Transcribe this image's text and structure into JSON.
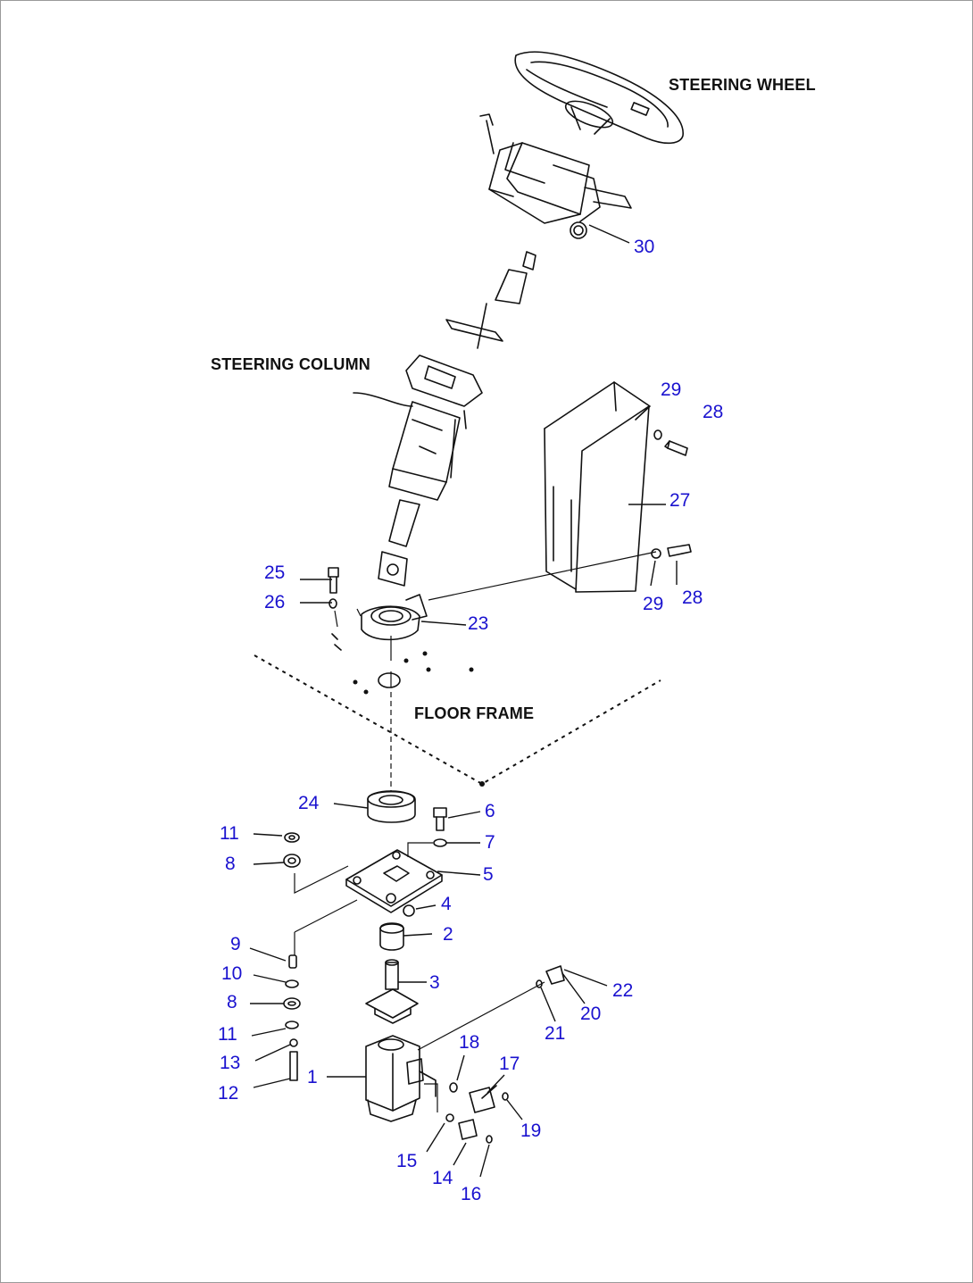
{
  "captions": {
    "steering_wheel": "STEERING WHEEL",
    "steering_column": "STEERING COLUMN",
    "floor_frame": "FLOOR FRAME"
  },
  "callouts": {
    "p30": "30",
    "p29a": "29",
    "p28a": "28",
    "p27": "27",
    "p29b": "29",
    "p28b": "28",
    "p25": "25",
    "p26": "26",
    "p23": "23",
    "p24": "24",
    "p6": "6",
    "p7": "7",
    "p5": "5",
    "p4": "4",
    "p2": "2",
    "p3": "3",
    "p11a": "11",
    "p8a": "8",
    "p9": "9",
    "p10": "10",
    "p8b": "8",
    "p11b": "11",
    "p13": "13",
    "p12": "12",
    "p1": "1",
    "p18": "18",
    "p17": "17",
    "p19": "19",
    "p15": "15",
    "p14": "14",
    "p16": "16",
    "p22": "22",
    "p20": "20",
    "p21": "21"
  },
  "colors": {
    "callout": "#1a12cf",
    "line": "#111111"
  }
}
